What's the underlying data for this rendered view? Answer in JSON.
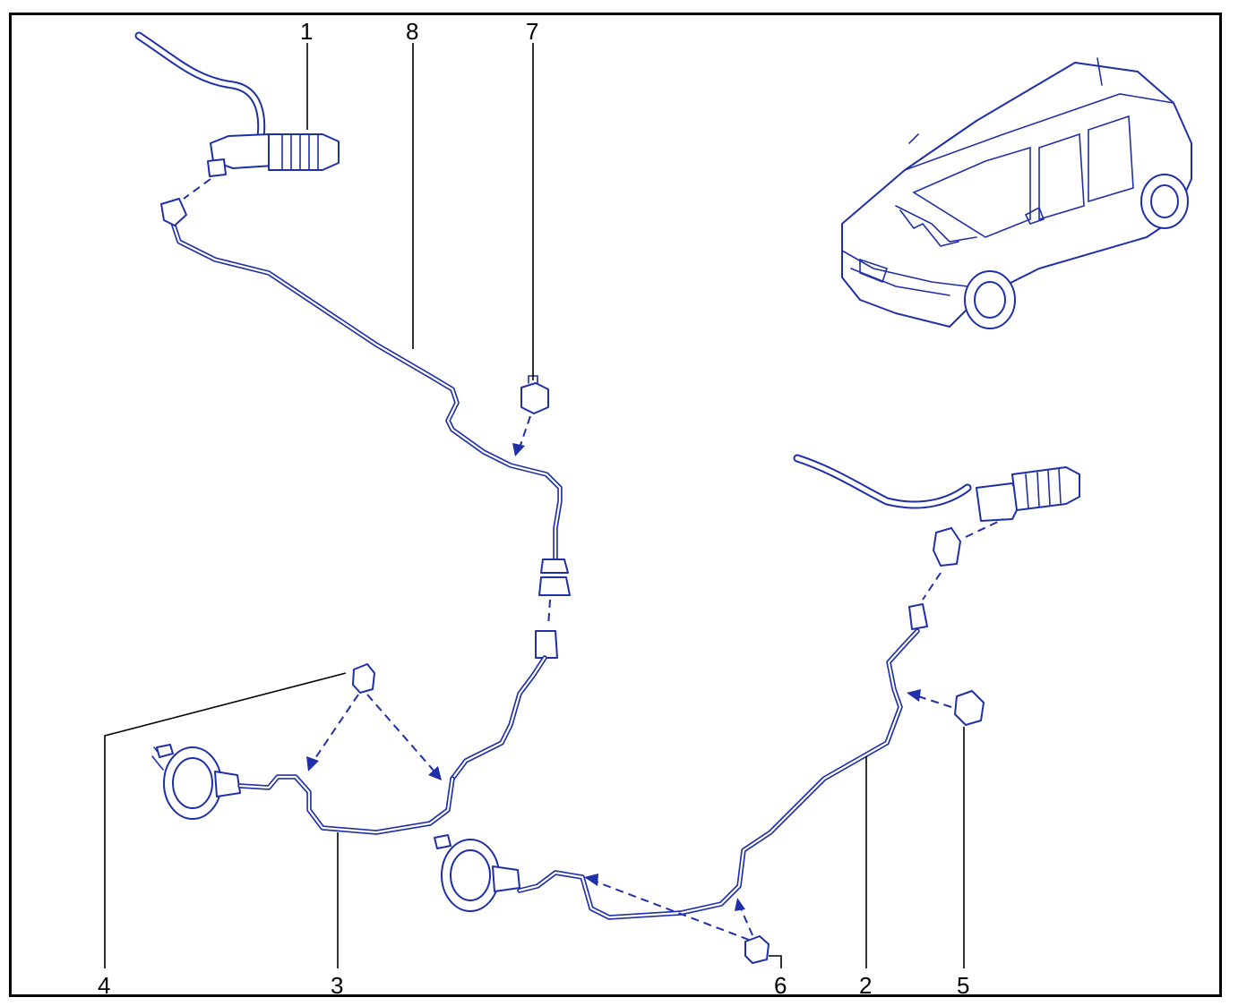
{
  "callouts": [
    {
      "id": "1",
      "label": "1"
    },
    {
      "id": "2",
      "label": "2"
    },
    {
      "id": "3",
      "label": "3"
    },
    {
      "id": "4",
      "label": "4"
    },
    {
      "id": "5",
      "label": "5"
    },
    {
      "id": "6",
      "label": "6"
    },
    {
      "id": "7",
      "label": "7"
    },
    {
      "id": "8",
      "label": "8"
    }
  ],
  "colors": {
    "line_art": "#1f2fa8",
    "label_text": "#000000",
    "frame_border": "#000000",
    "background": "#ffffff"
  }
}
